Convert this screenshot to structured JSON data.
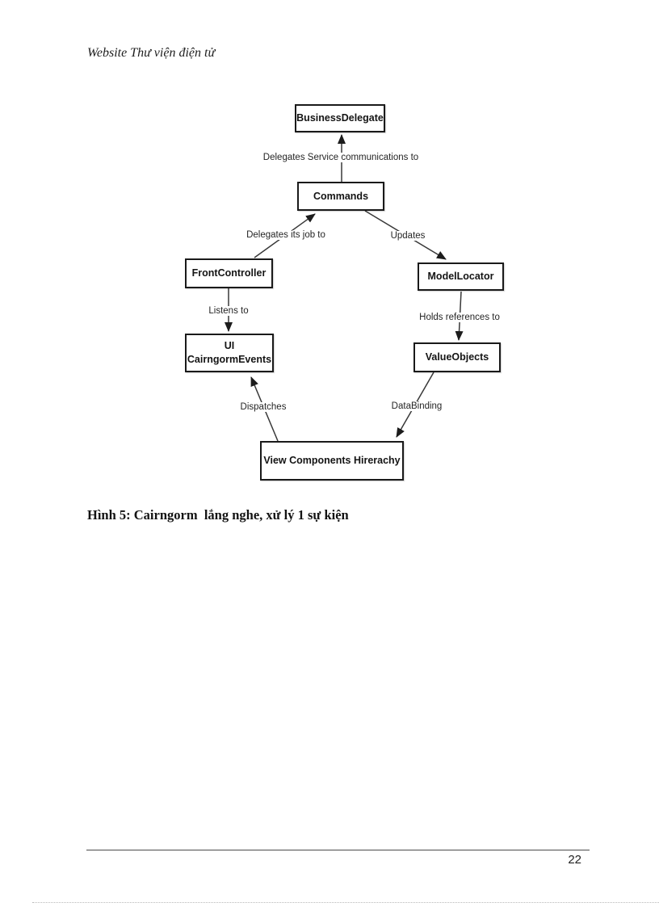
{
  "page": {
    "header": "Website Thư viện điện tử",
    "caption": "Hình 5: Cairngorm  lắng nghe, xử lý 1 sự kiện",
    "page_number": "22"
  },
  "colors": {
    "box_border": "#1a1a1a",
    "connector_line": "#383838",
    "text": "#141414"
  },
  "diagram": {
    "title": "Cairngorm event flow diagram",
    "nodes": [
      {
        "id": "business-delegate",
        "label": "BusinessDelegate"
      },
      {
        "id": "commands",
        "label": "Commands"
      },
      {
        "id": "front-controller",
        "label": "FrontController"
      },
      {
        "id": "model-locator",
        "label": "ModelLocator"
      },
      {
        "id": "ui-cairngorm-events",
        "label": "UI CairngormEvents",
        "lines": [
          "UI",
          "CairngormEvents"
        ]
      },
      {
        "id": "value-objects",
        "label": "ValueObjects"
      },
      {
        "id": "view-components",
        "label": "View Components Hirerachy"
      }
    ],
    "edges": [
      {
        "from": "commands",
        "to": "business-delegate",
        "label": "Delegates Service communications to"
      },
      {
        "from": "front-controller",
        "to": "commands",
        "label": "Delegates its job to"
      },
      {
        "from": "commands",
        "to": "model-locator",
        "label": "Updates"
      },
      {
        "from": "front-controller",
        "to": "ui-cairngorm-events",
        "label": "Listens to"
      },
      {
        "from": "model-locator",
        "to": "value-objects",
        "label": "Holds references to"
      },
      {
        "from": "view-components",
        "to": "ui-cairngorm-events",
        "label": "Dispatches"
      },
      {
        "from": "value-objects",
        "to": "view-components",
        "label": "DataBinding"
      }
    ]
  }
}
